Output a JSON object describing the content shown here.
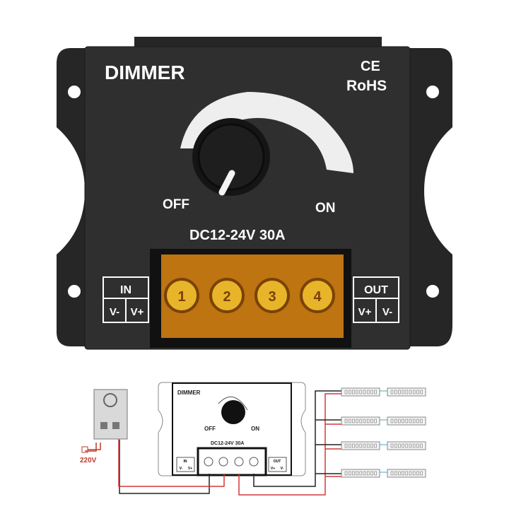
{
  "product": {
    "title": "DIMMER",
    "cert_ce": "CE",
    "cert_rohs": "RoHS",
    "off_label": "OFF",
    "on_label": "ON",
    "rating": "DC12-24V  30A",
    "terminals": [
      "1",
      "2",
      "3",
      "4"
    ],
    "in_block": {
      "title": "IN",
      "left": "V-",
      "right": "V+"
    },
    "out_block": {
      "title": "OUT",
      "left": "V+",
      "right": "V-"
    },
    "body_color": "#2b2b2b",
    "terminal_color": "#c77a12"
  },
  "diagram": {
    "title": "DIMMER",
    "off_label": "OFF",
    "on_label": "ON",
    "rating": "DC12-24V 30A",
    "in_block": {
      "title": "IN",
      "left": "V-",
      "right": "V+"
    },
    "out_block": {
      "title": "OUT",
      "left": "V+",
      "right": "V-"
    },
    "mains_label": "220V",
    "wire_positive_color": "#d0393b",
    "wire_negative_color": "#222222",
    "led_strip_rows": 4
  }
}
